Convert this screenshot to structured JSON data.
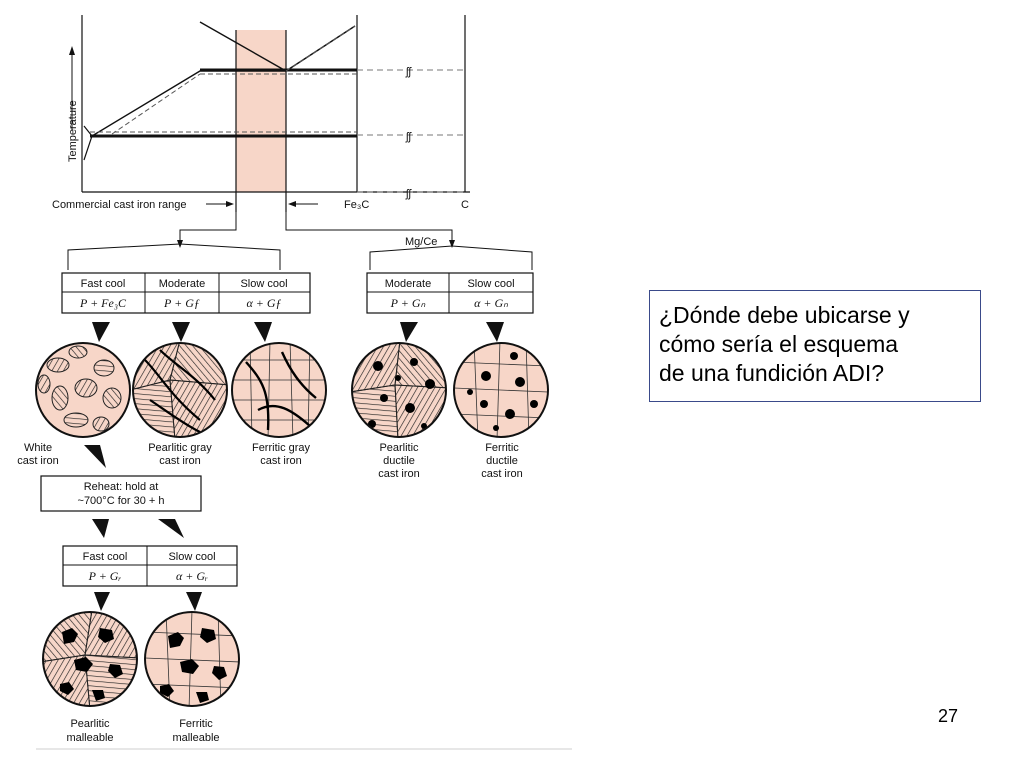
{
  "diagram": {
    "axis": {
      "y_label": "Temperature",
      "cast_iron_range_label": "Commercial cast iron range",
      "fe3c": "Fe₃C",
      "c": "C"
    },
    "mgce_label": "Mg/Ce",
    "left_table": {
      "headers": [
        "Fast cool",
        "Moderate",
        "Slow cool"
      ],
      "phases": [
        "P + Fe₃C",
        "P + Gƒ",
        "α + Gƒ"
      ]
    },
    "right_table": {
      "headers": [
        "Moderate",
        "Slow cool"
      ],
      "phases": [
        "P + Gₙ",
        "α + Gₙ"
      ]
    },
    "microstructures": {
      "white": [
        "White",
        "cast iron"
      ],
      "pearlitic_gray": [
        "Pearlitic gray",
        "cast iron"
      ],
      "ferritic_gray": [
        "Ferritic gray",
        "cast iron"
      ],
      "pearlitic_ductile": [
        "Pearlitic",
        "ductile",
        "cast iron"
      ],
      "ferritic_ductile": [
        "Ferritic",
        "ductile",
        "cast iron"
      ],
      "pearlitic_malleable": [
        "Pearlitic",
        "malleable"
      ],
      "ferritic_malleable": [
        "Ferritic",
        "malleable"
      ]
    },
    "reheat": [
      "Reheat: hold at",
      "~700°C for 30 + h"
    ],
    "bottom_table": {
      "headers": [
        "Fast cool",
        "Slow cool"
      ],
      "phases": [
        "P + Gᵣ",
        "α + Gᵣ"
      ]
    }
  },
  "question": {
    "lines": [
      "¿Dónde debe ubicarse y",
      "cómo sería el esquema",
      "de una fundición ADI?"
    ]
  },
  "page_number": "27"
}
